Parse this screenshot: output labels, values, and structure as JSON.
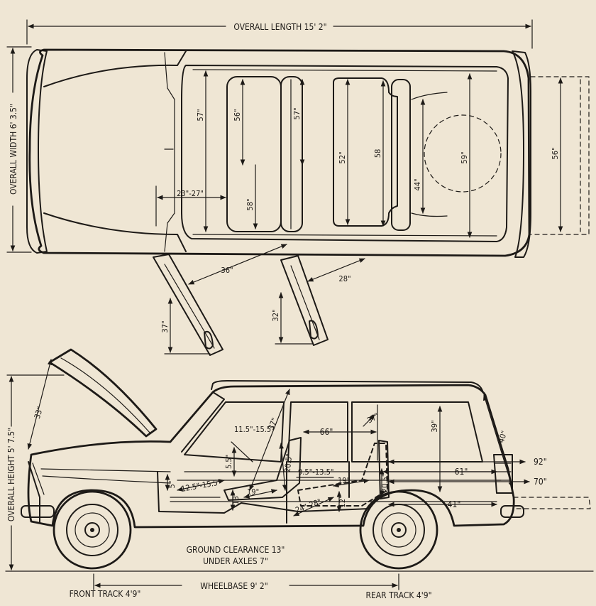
{
  "labels": {
    "overall_length": "OVERALL LENGTH 15' 2\"",
    "overall_width": "OVERALL WIDTH 6' 3.5\"",
    "overall_height": "OVERALL HEIGHT 5' 7.5\"",
    "ground_clearance": "GROUND CLEARANCE 13\"",
    "under_axles": "UNDER AXLES 7\"",
    "wheelbase": "WHEELBASE 9' 2\"",
    "front_track": "FRONT TRACK 4'9\"",
    "rear_track": "REAR TRACK 4'9\""
  },
  "plan_dims": {
    "d57a": "57\"",
    "d56a": "56\"",
    "d57b": "57\"",
    "d58a": "58\"",
    "d52": "52\"",
    "d58b": "58",
    "d44": "44\"",
    "d59": "59\"",
    "d56b": "56\"",
    "d2327": "23\"-27\"",
    "d36": "36\"",
    "d28": "28\"",
    "d37": "37\"",
    "d32": "32\""
  },
  "side_dims": {
    "d33": "33\"",
    "d37a": "37\"",
    "d1155": "11.5\"-15.5\"",
    "d55": "5.5\"",
    "d5": "5\"",
    "d125": "12.5\"-15.5\"",
    "d19a": "19\"",
    "d13a": "13\"",
    "d205a": "20.5\"",
    "d95": "9.5\"-13.5\"",
    "d66": "66\"",
    "d37b": "37\"",
    "d19b": "19\"",
    "d2428": "24\"-28\"",
    "d12": "12\"",
    "d205b": "20.5\"",
    "d39": "39\"",
    "d40": "40\"",
    "d92": "92\"",
    "d61": "61\"",
    "d70": "70\"",
    "d41": "41\""
  }
}
